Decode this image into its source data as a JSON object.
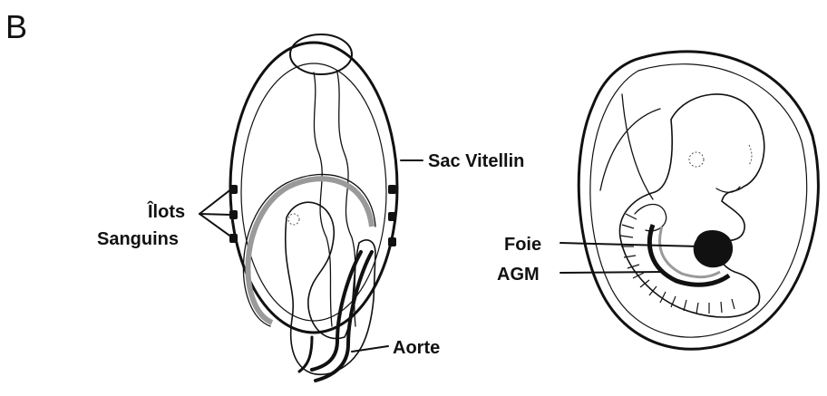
{
  "panel_letter": "B",
  "left_embryo": {
    "labels": {
      "blood_islands_line1": "Îlots",
      "blood_islands_line2": "Sanguins",
      "yolk_sac": "Sac Vitellin",
      "aorta": "Aorte"
    }
  },
  "right_embryo": {
    "labels": {
      "liver": "Foie",
      "agm": "AGM"
    }
  },
  "colors": {
    "ink": "#111111",
    "background": "#ffffff",
    "shading": "#9a9a9a"
  }
}
